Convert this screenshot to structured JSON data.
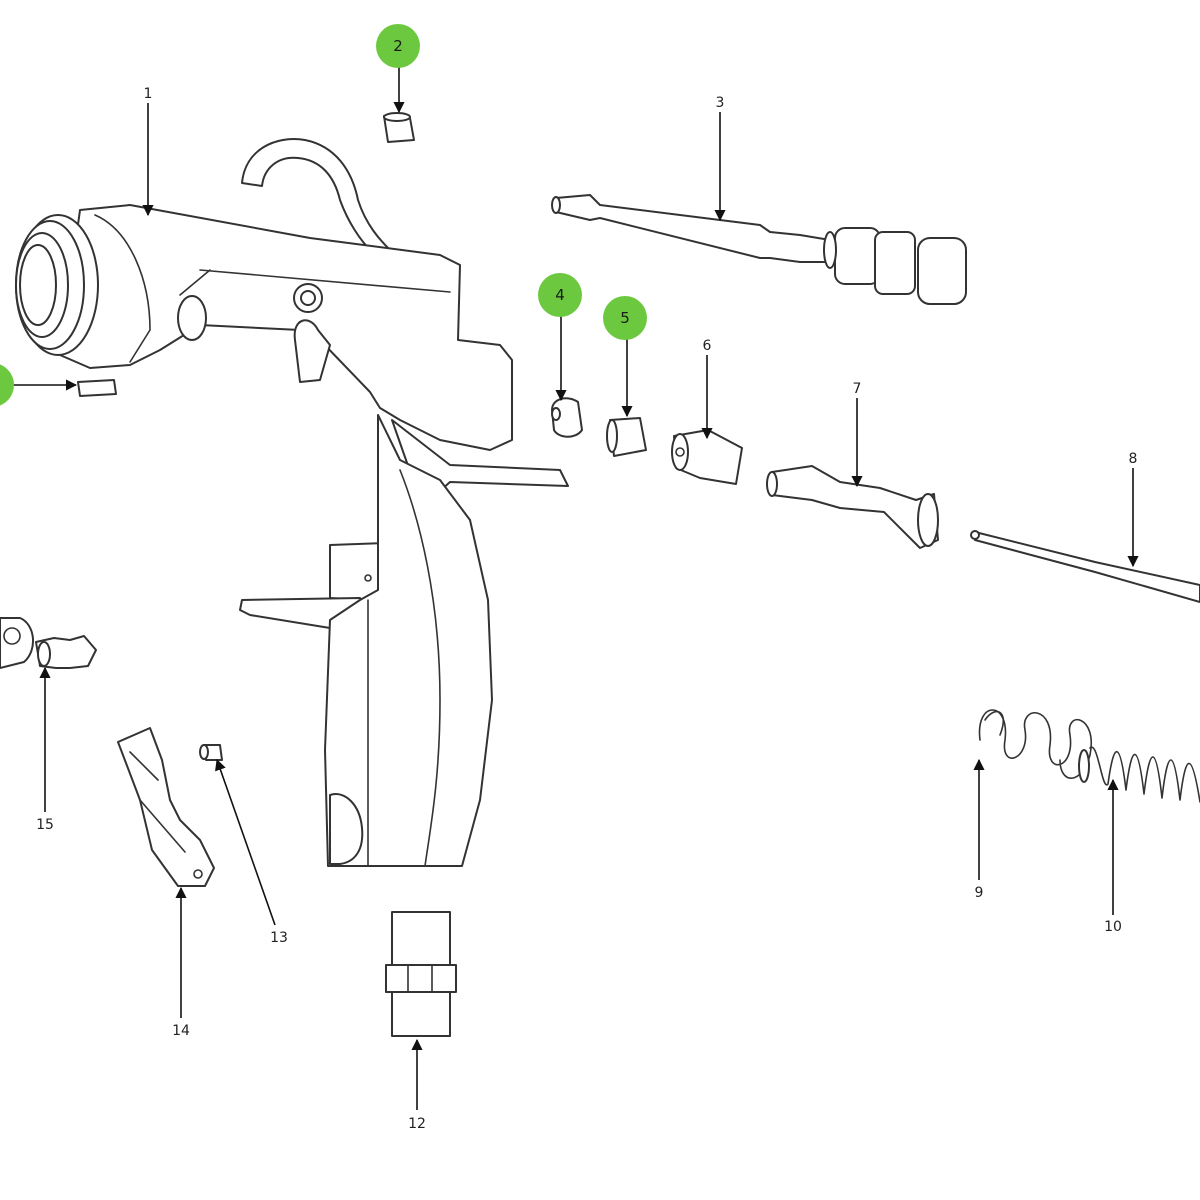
{
  "diagram": {
    "callouts": [
      {
        "id": "1",
        "highlighted": false
      },
      {
        "id": "2",
        "highlighted": true
      },
      {
        "id": "3",
        "highlighted": false
      },
      {
        "id": "4",
        "highlighted": true
      },
      {
        "id": "5",
        "highlighted": true
      },
      {
        "id": "6",
        "highlighted": false
      },
      {
        "id": "7",
        "highlighted": false
      },
      {
        "id": "8",
        "highlighted": false
      },
      {
        "id": "9",
        "highlighted": false
      },
      {
        "id": "10",
        "highlighted": false
      },
      {
        "id": "12",
        "highlighted": false
      },
      {
        "id": "13",
        "highlighted": false
      },
      {
        "id": "14",
        "highlighted": false
      },
      {
        "id": "15",
        "highlighted": false
      },
      {
        "id": "",
        "highlighted": true
      }
    ],
    "colors": {
      "badge": "#6cc93f",
      "line": "#333333",
      "background": "#ffffff"
    }
  }
}
